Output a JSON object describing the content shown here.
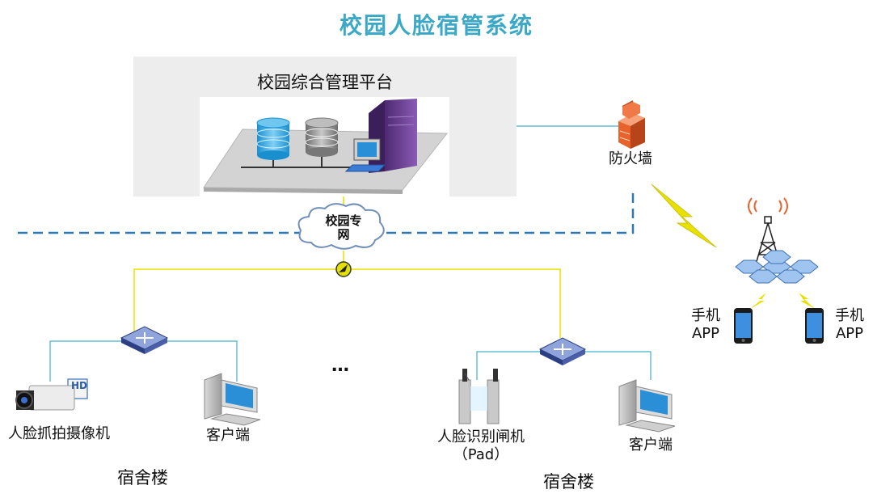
{
  "title": "校园人脸宿管系统",
  "platform": {
    "label": "校园综合管理平台"
  },
  "firewall": {
    "label": "防火墙"
  },
  "campus_network": {
    "line1": "校园专",
    "line2": "网"
  },
  "mobile": [
    {
      "line1": "手机",
      "line2": "APP"
    },
    {
      "line1": "手机",
      "line2": "APP"
    }
  ],
  "dorm_left": {
    "camera_label": "人脸抓拍摄像机",
    "camera_badge": "HD",
    "client_label": "客户端",
    "building_label": "宿舍楼"
  },
  "ellipsis": "…",
  "dorm_right": {
    "gate_label_line1": "人脸识别闸机",
    "gate_label_line2": "（Pad）",
    "client_label": "客户端",
    "building_label": "宿舍楼"
  },
  "colors": {
    "title": "#3aa8c6",
    "cable": "#e8e000",
    "link": "#46b1c9",
    "dashed": "#2f78b0",
    "firewall": "#e8622c"
  },
  "icons": [
    "database-icon",
    "server-tower-icon",
    "computer-icon",
    "firewall-icon",
    "cloud-icon",
    "router-icon",
    "switch-icon",
    "camera-icon",
    "cell-tower-icon",
    "lightning-icon",
    "phone-icon",
    "turnstile-gate-icon"
  ]
}
